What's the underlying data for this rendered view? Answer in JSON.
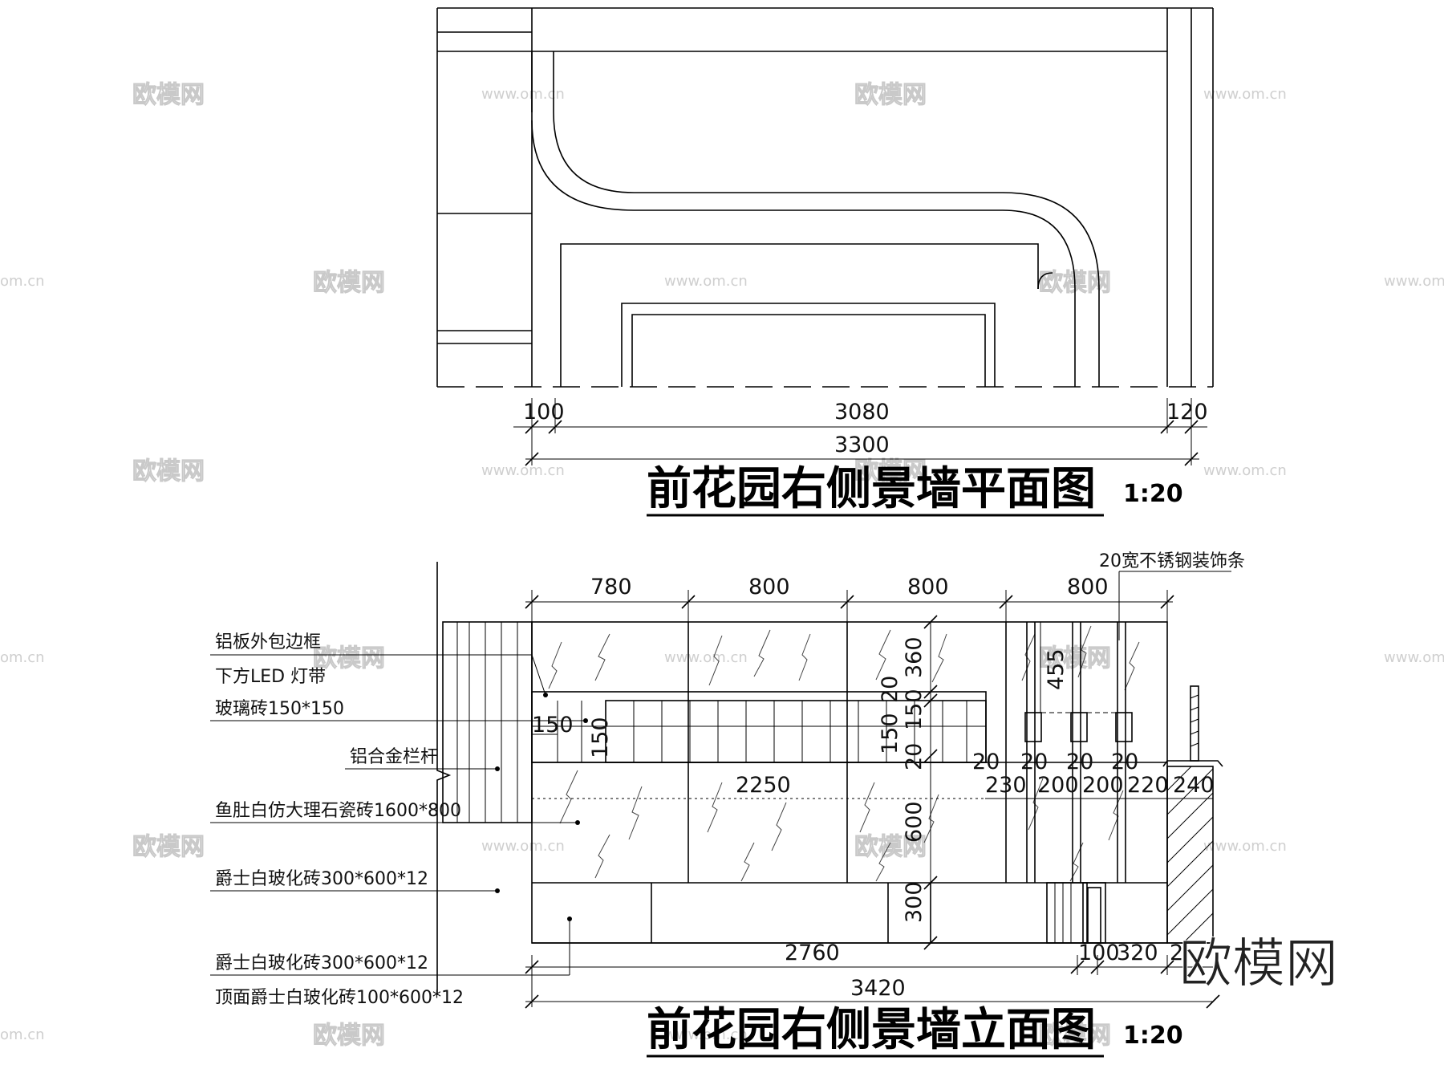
{
  "plan": {
    "title": "前花园右侧景墙平面图",
    "scale": "1:20",
    "dims": {
      "d100": "100",
      "d3080": "3080",
      "d120": "120",
      "d3300": "3300"
    }
  },
  "elevation": {
    "title": "前花园右侧景墙立面图",
    "scale": "1:20",
    "top_dims": [
      "780",
      "800",
      "800",
      "800"
    ],
    "callout_strip": "20宽不锈钢装饰条",
    "labels": {
      "alu_frame": "铝板外包边框",
      "led": "下方LED  灯带",
      "glass_brick": "玻璃砖150*150",
      "alu_rail": "铝合金栏杆",
      "marble": "鱼肚白仿大理石瓷砖1600*800",
      "tile1": "爵士白玻化砖300*600*12",
      "tile2": "爵士白玻化砖300*600*12",
      "tile3": "顶面爵士白玻化砖100*600*12"
    },
    "dims": {
      "h150": "150",
      "v150": "150",
      "v360": "360",
      "v20a": "20",
      "v150b": "150",
      "v150c": "150",
      "v20b": "20",
      "v455": "455",
      "v600": "600",
      "v300": "300",
      "w2250": "2250",
      "s20": [
        "20",
        "20",
        "20",
        "20"
      ],
      "bays": [
        "230",
        "200",
        "200",
        "220",
        "240"
      ],
      "w2760": "2760",
      "w100": "100",
      "w320": "320",
      "w2x": "2",
      "w3420": "3420"
    }
  },
  "watermark": {
    "text": "欧模网",
    "url": "www.om.cn",
    "url_short": "om.cn"
  }
}
